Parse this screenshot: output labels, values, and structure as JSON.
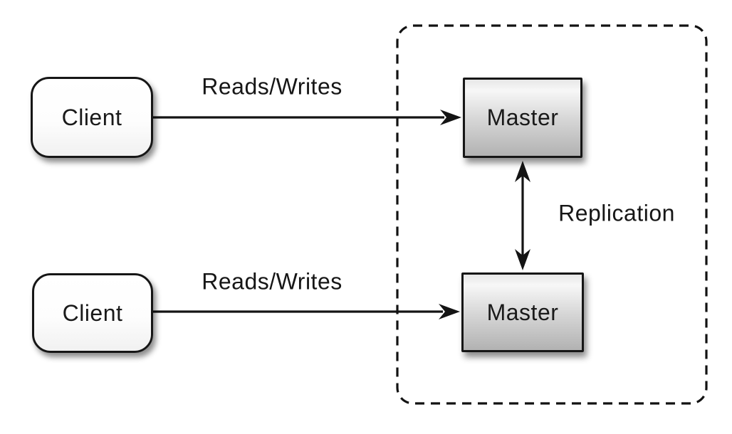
{
  "nodes": {
    "client_top": {
      "label": "Client"
    },
    "client_bottom": {
      "label": "Client"
    },
    "master_top": {
      "label": "Master"
    },
    "master_bottom": {
      "label": "Master"
    }
  },
  "edges": {
    "reads_writes_top": {
      "label": "Reads/Writes"
    },
    "reads_writes_bottom": {
      "label": "Reads/Writes"
    },
    "replication": {
      "label": "Replication"
    }
  },
  "colors": {
    "background": "#ffffff",
    "stroke": "#161616",
    "client_fill": "#ffffff",
    "master_fill_top": "#f0f0f0",
    "master_fill_bottom": "#b2b2b2"
  }
}
